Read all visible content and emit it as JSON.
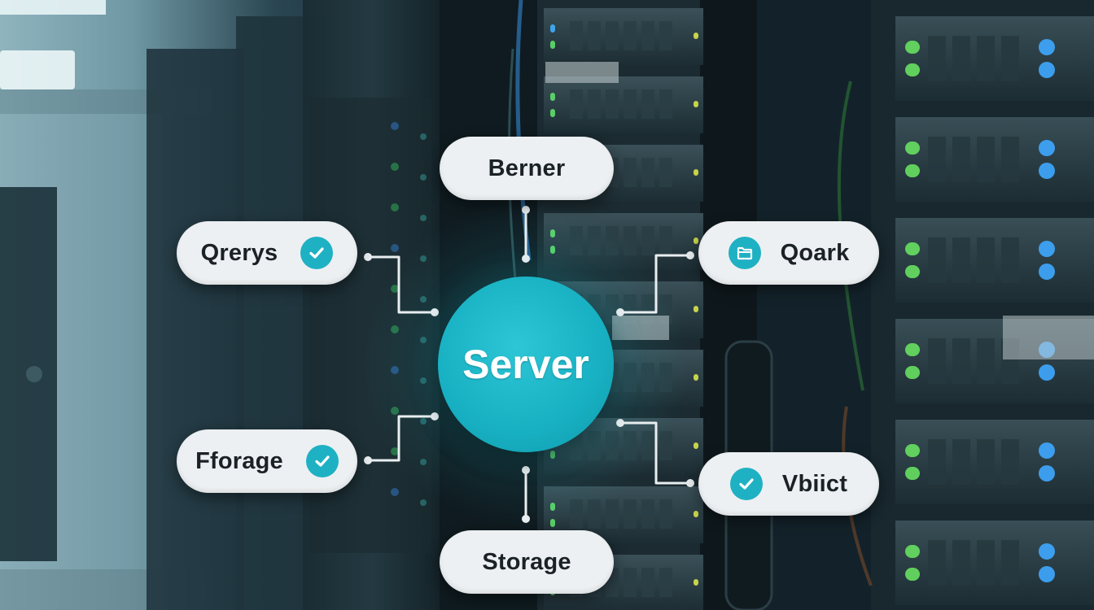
{
  "diagram": {
    "hub": {
      "label": "Server"
    },
    "nodes": [
      {
        "id": "top",
        "label": "Berner",
        "icon": "none"
      },
      {
        "id": "left1",
        "label": "Qrerys",
        "icon": "check-icon"
      },
      {
        "id": "right1",
        "label": "Qoark",
        "icon": "folder-icon"
      },
      {
        "id": "left2",
        "label": "Fforage",
        "icon": "check-icon"
      },
      {
        "id": "right2",
        "label": "Vbiict",
        "icon": "check-icon"
      },
      {
        "id": "bottom",
        "label": "Storage",
        "icon": "none"
      }
    ],
    "colors": {
      "accent": "#1eb1c3",
      "pill": "#edf0f2",
      "connector": "#e9eef0",
      "text": "#1b2226"
    }
  }
}
